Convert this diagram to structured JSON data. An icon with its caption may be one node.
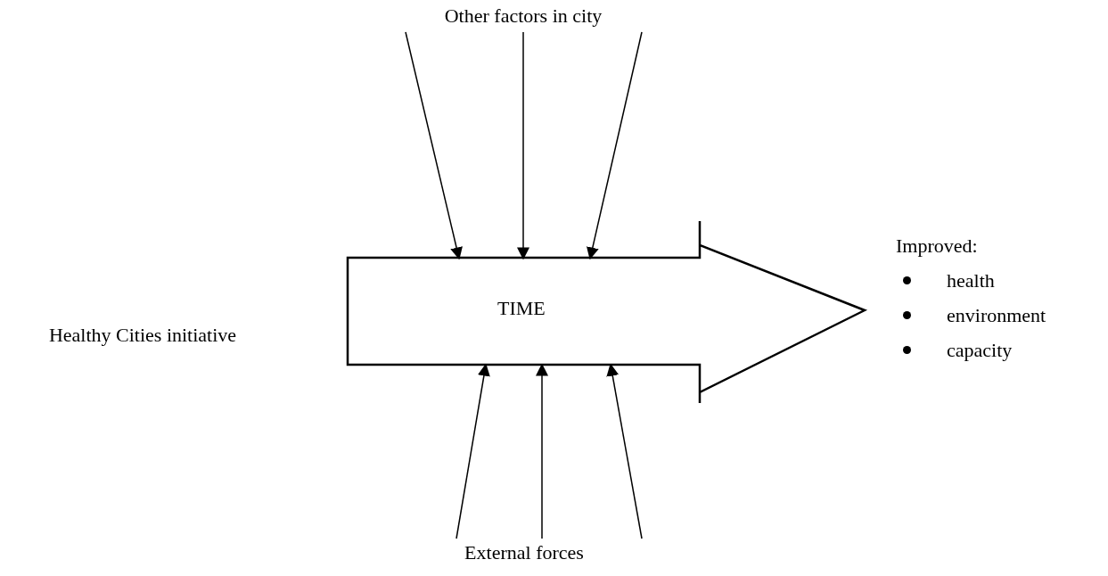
{
  "diagram": {
    "nodes": [
      {
        "text": [
          "Other factors in city"
        ]
      },
      {
        "text": [
          "TIME"
        ]
      },
      {
        "text": [
          "Healthy Cities initiative"
        ]
      },
      {
        "text": [
          "Improved:",
          "health",
          "environment",
          "capacity"
        ]
      },
      {
        "text": [
          "External forces"
        ]
      }
    ],
    "edges": [
      {
        "from": 0,
        "to": 1,
        "arrow": "to"
      },
      {
        "from": 0,
        "to": 1,
        "arrow": "to"
      },
      {
        "from": 0,
        "to": 1,
        "arrow": "to"
      },
      {
        "from": 4,
        "to": 1,
        "arrow": "to"
      },
      {
        "from": 4,
        "to": 1,
        "arrow": "to"
      },
      {
        "from": 4,
        "to": 1,
        "arrow": "to"
      }
    ]
  }
}
